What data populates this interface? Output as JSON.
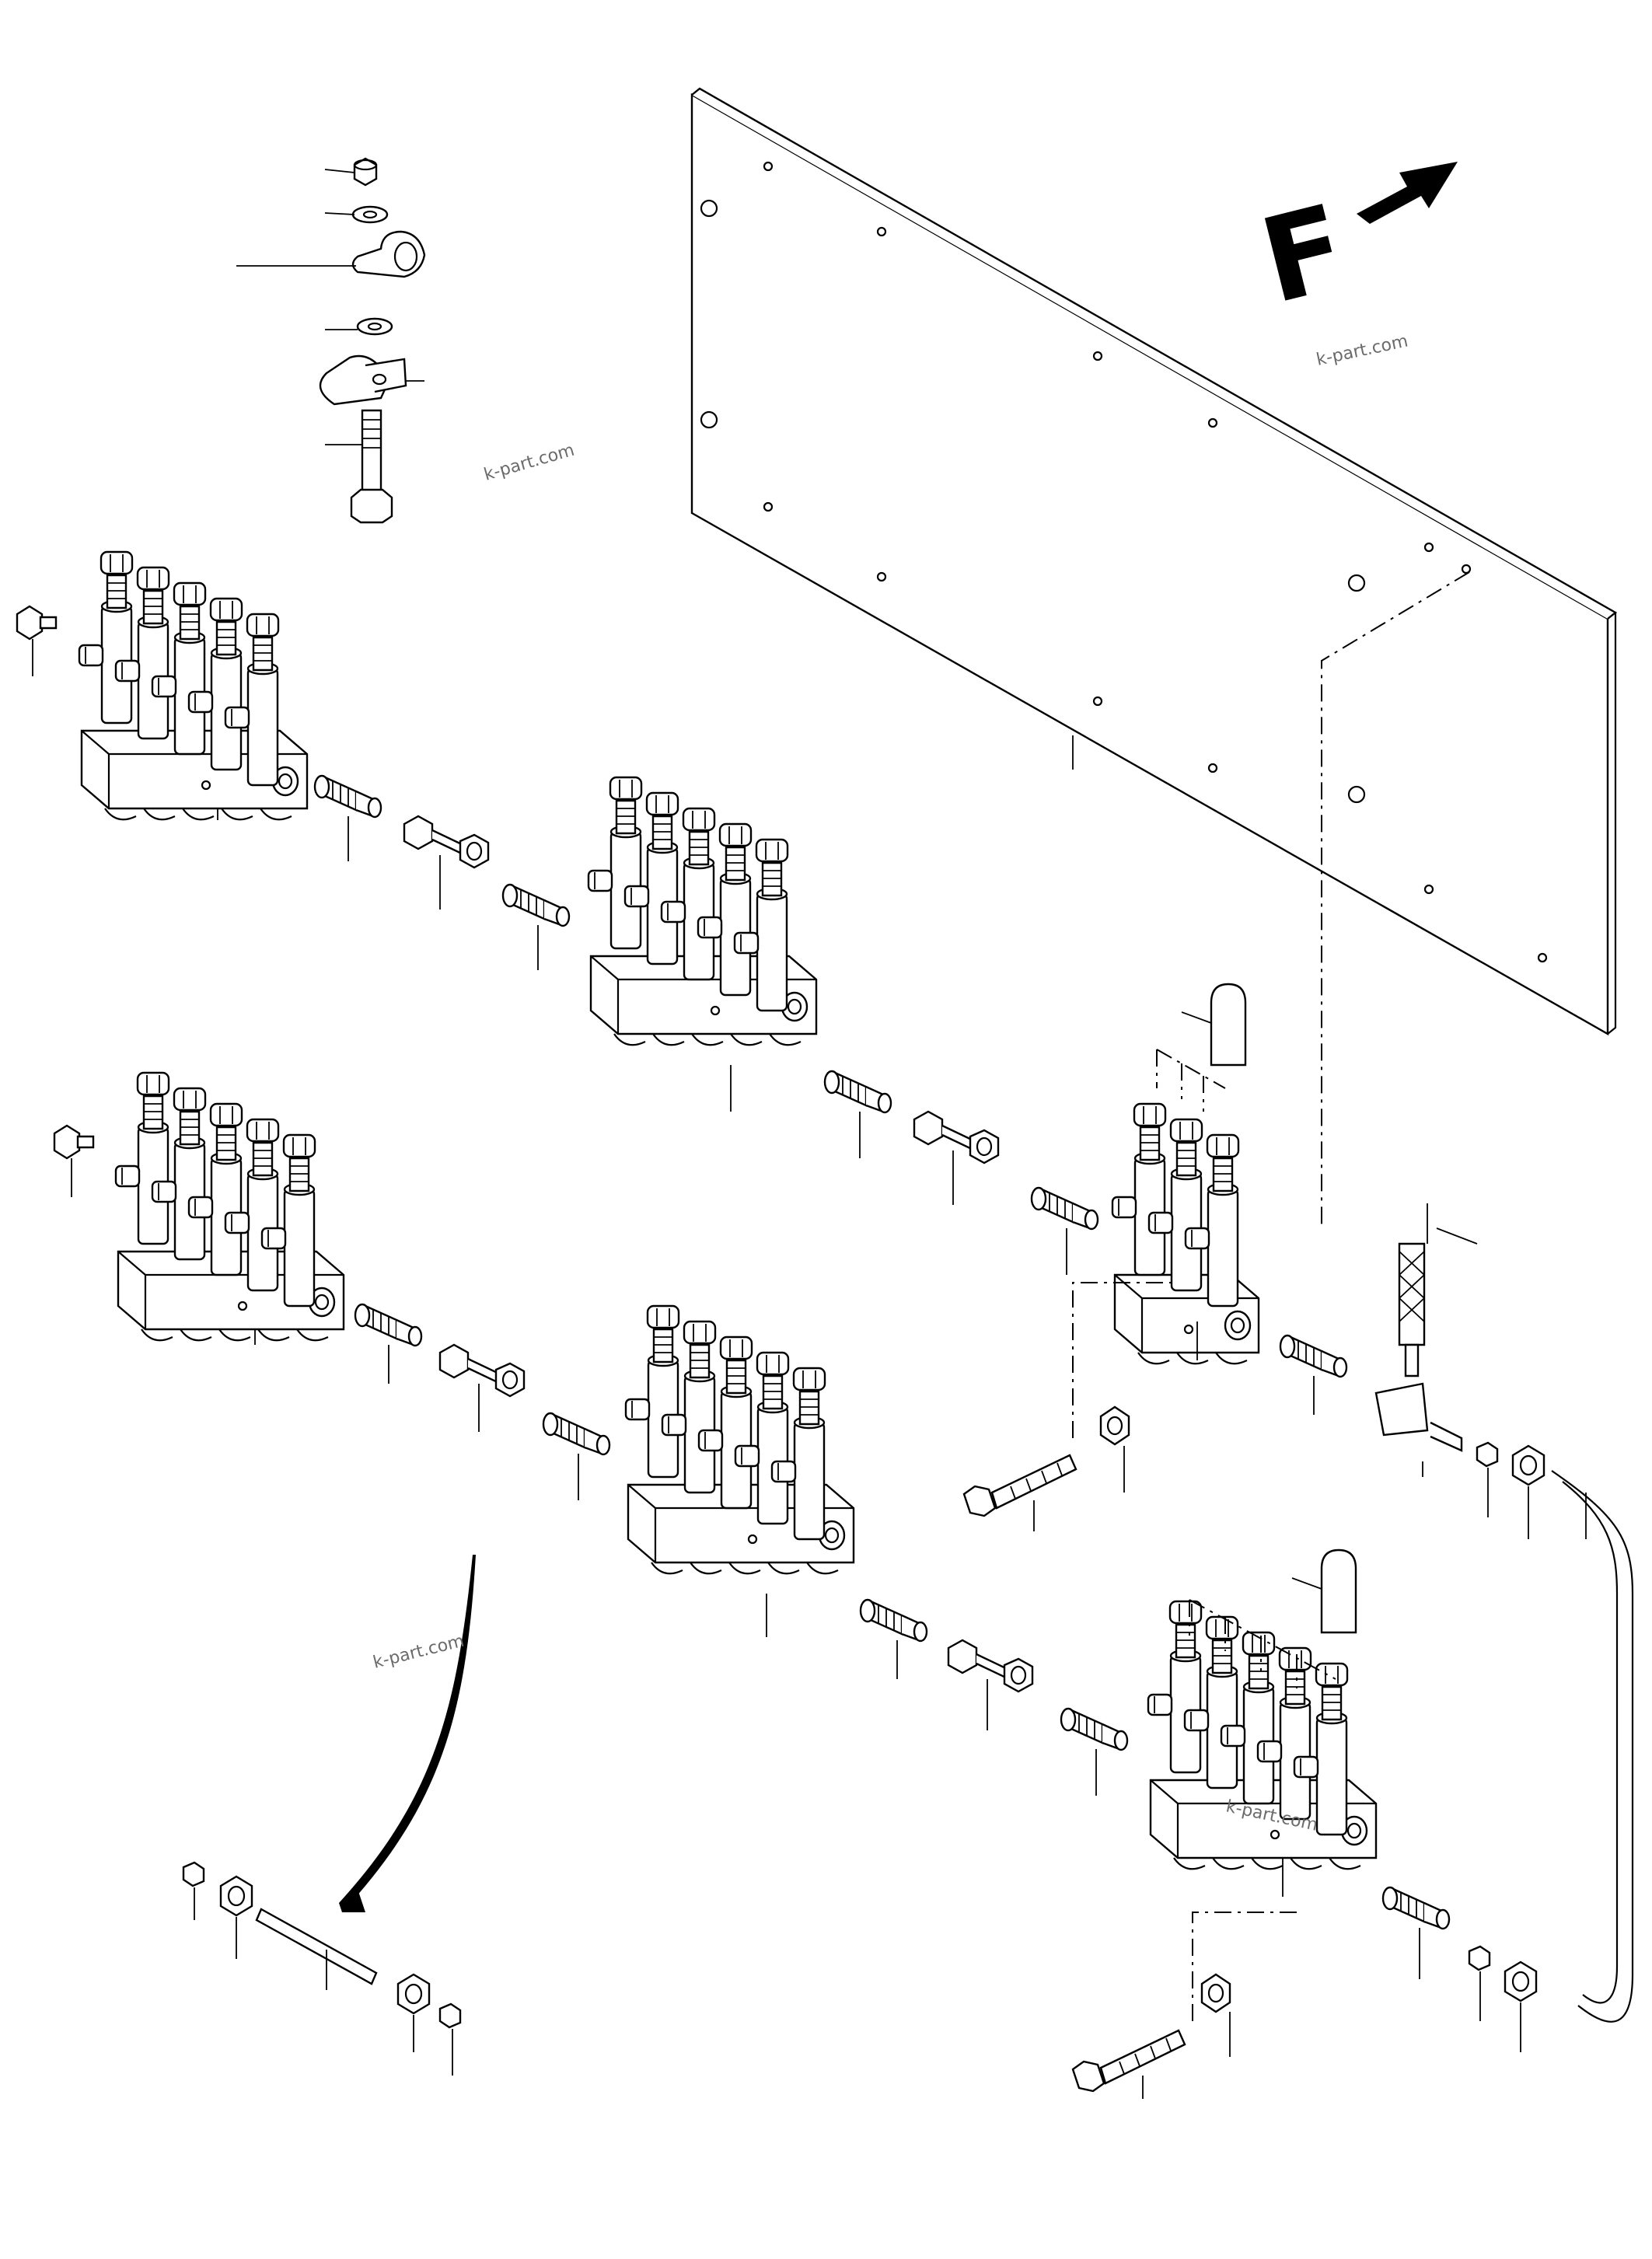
{
  "diagram": {
    "direction_marker": "F",
    "watermarks": [
      "k-part.com",
      "k-part.com",
      "k-part.com",
      "k-part.com"
    ]
  }
}
